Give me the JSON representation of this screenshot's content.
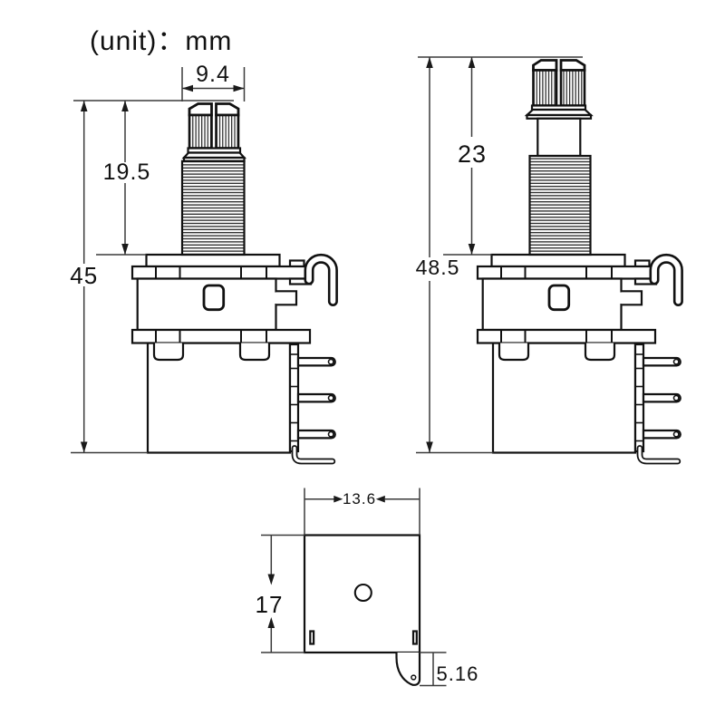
{
  "unit_note": "(unit)：mm",
  "dims": {
    "left": {
      "knob_width": "9.4",
      "shaft_length": "19.5",
      "overall_height": "45"
    },
    "right": {
      "shaft_length": "23",
      "overall_height": "48.5"
    },
    "bottom": {
      "width": "13.6",
      "depth": "17",
      "tab_height": "5.16"
    }
  },
  "colors": {
    "outline": "#111111",
    "dim_line": "#333333",
    "background": "#ffffff"
  }
}
